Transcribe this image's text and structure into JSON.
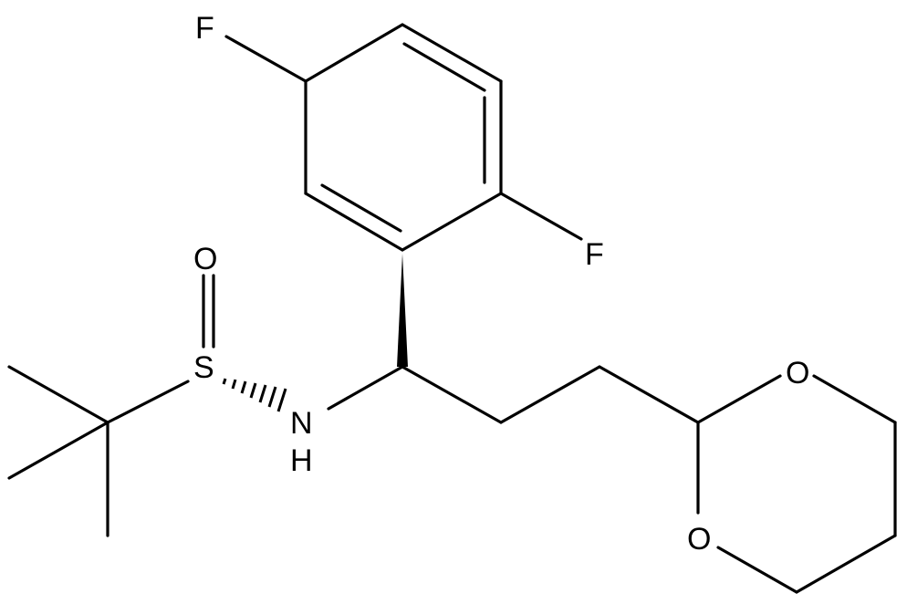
{
  "molecule": {
    "atoms": {
      "f_top": "F",
      "f_right": "F",
      "sulfinyl_o": "O",
      "sulfur": "S",
      "nitrogen": "N",
      "amine_h": "H",
      "dioxane_o_top": "O",
      "dioxane_o_bottom": "O"
    }
  }
}
